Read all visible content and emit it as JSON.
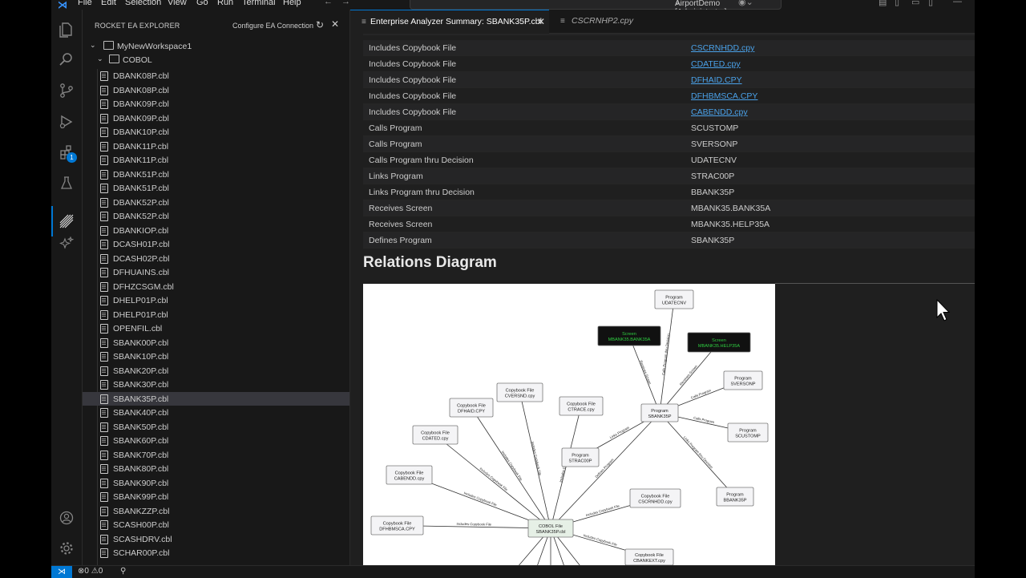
{
  "menubar": {
    "items": [
      "File",
      "Edit",
      "Selection",
      "View",
      "Go",
      "Run",
      "Terminal",
      "Help"
    ],
    "search_text": "AirportDemo [Administrator]"
  },
  "sidebar": {
    "title": "ROCKET EA EXPLORER",
    "config_label": "Configure EA Connection",
    "workspace": "MyNewWorkspace1",
    "folder": "COBOL",
    "files": [
      "DBANK08P.cbl",
      "DBANK08P.cbl",
      "DBANK09P.cbl",
      "DBANK09P.cbl",
      "DBANK10P.cbl",
      "DBANK11P.cbl",
      "DBANK11P.cbl",
      "DBANK51P.cbl",
      "DBANK51P.cbl",
      "DBANK52P.cbl",
      "DBANK52P.cbl",
      "DBANKIOP.cbl",
      "DCASH01P.cbl",
      "DCASH02P.cbl",
      "DFHUAINS.cbl",
      "DFHZCSGM.cbl",
      "DHELP01P.cbl",
      "DHELP01P.cbl",
      "OPENFIL.cbl",
      "SBANK00P.cbl",
      "SBANK10P.cbl",
      "SBANK20P.cbl",
      "SBANK30P.cbl",
      "SBANK35P.cbl",
      "SBANK40P.cbl",
      "SBANK50P.cbl",
      "SBANK60P.cbl",
      "SBANK70P.cbl",
      "SBANK80P.cbl",
      "SBANK90P.cbl",
      "SBANK99P.cbl",
      "SBANKZZP.cbl",
      "SCASH00P.cbl",
      "SCASHDRV.cbl",
      "SCHAR00P.cbl"
    ],
    "selected_file": "SBANK35P.cbl",
    "extensions_badge": "1"
  },
  "tabs": [
    {
      "label": "Enterprise Analyzer Summary: SBANK35P.cbl",
      "active": true
    },
    {
      "label": "CSCRNHP2.cpy",
      "active": false
    }
  ],
  "relations": [
    {
      "kind": "Includes Copybook File",
      "target": "CSCRNHDD.cpy",
      "link": true
    },
    {
      "kind": "Includes Copybook File",
      "target": "CDATED.cpy",
      "link": true
    },
    {
      "kind": "Includes Copybook File",
      "target": "DFHAID.CPY",
      "link": true
    },
    {
      "kind": "Includes Copybook File",
      "target": "DFHBMSCA.CPY",
      "link": true
    },
    {
      "kind": "Includes Copybook File",
      "target": "CABENDD.cpy",
      "link": true
    },
    {
      "kind": "Calls Program",
      "target": "SCUSTOMP",
      "link": false
    },
    {
      "kind": "Calls Program",
      "target": "SVERSONP",
      "link": false
    },
    {
      "kind": "Calls Program thru Decision",
      "target": "UDATECNV",
      "link": false
    },
    {
      "kind": "Links Program",
      "target": "STRAC00P",
      "link": false
    },
    {
      "kind": "Links Program thru Decision",
      "target": "BBANK35P",
      "link": false
    },
    {
      "kind": "Receives Screen",
      "target": "MBANK35.BANK35A",
      "link": false
    },
    {
      "kind": "Receives Screen",
      "target": "MBANK35.HELP35A",
      "link": false
    },
    {
      "kind": "Defines Program",
      "target": "SBANK35P",
      "link": false
    }
  ],
  "section_heading": "Relations Diagram",
  "diagram": {
    "center": {
      "type": "COBOL File",
      "name": "SBANK35P.cbl"
    },
    "program_hub": {
      "type": "Program",
      "name": "SBANK35P"
    },
    "nodes": [
      {
        "type": "Program",
        "name": "UDATECNV"
      },
      {
        "type": "Screen",
        "name": "MBANK35.BANK35A"
      },
      {
        "type": "Screen",
        "name": "MBANK35.HELP35A"
      },
      {
        "type": "Program",
        "name": "SVERSONP"
      },
      {
        "type": "Program",
        "name": "SCUSTOMP"
      },
      {
        "type": "Program",
        "name": "BBANK35P"
      },
      {
        "type": "Copybook File",
        "name": "CVERSND.cpy"
      },
      {
        "type": "Copybook File",
        "name": "DFHAID.CPY"
      },
      {
        "type": "Copybook File",
        "name": "CTRACE.cpy"
      },
      {
        "type": "Copybook File",
        "name": "CDATED.cpy"
      },
      {
        "type": "Program",
        "name": "STRAC00P"
      },
      {
        "type": "Copybook File",
        "name": "CABENDD.cpy"
      },
      {
        "type": "Copybook File",
        "name": "CSCRNHDD.cpy"
      },
      {
        "type": "Copybook File",
        "name": "DFHBMSCA.CPY"
      },
      {
        "type": "Copybook File",
        "name": "CBANKEXT.cpy"
      }
    ],
    "edge_labels": {
      "calls_decision": "Calls Program thru Decision",
      "calls": "Calls Program",
      "links": "Links Program",
      "links_decision": "Links Program thru Decision",
      "receives": "Receives Screen",
      "defines": "Defines Program",
      "includes": "Includes Copybook File"
    }
  },
  "statusbar": {
    "problems": "0",
    "warnings": "0"
  }
}
